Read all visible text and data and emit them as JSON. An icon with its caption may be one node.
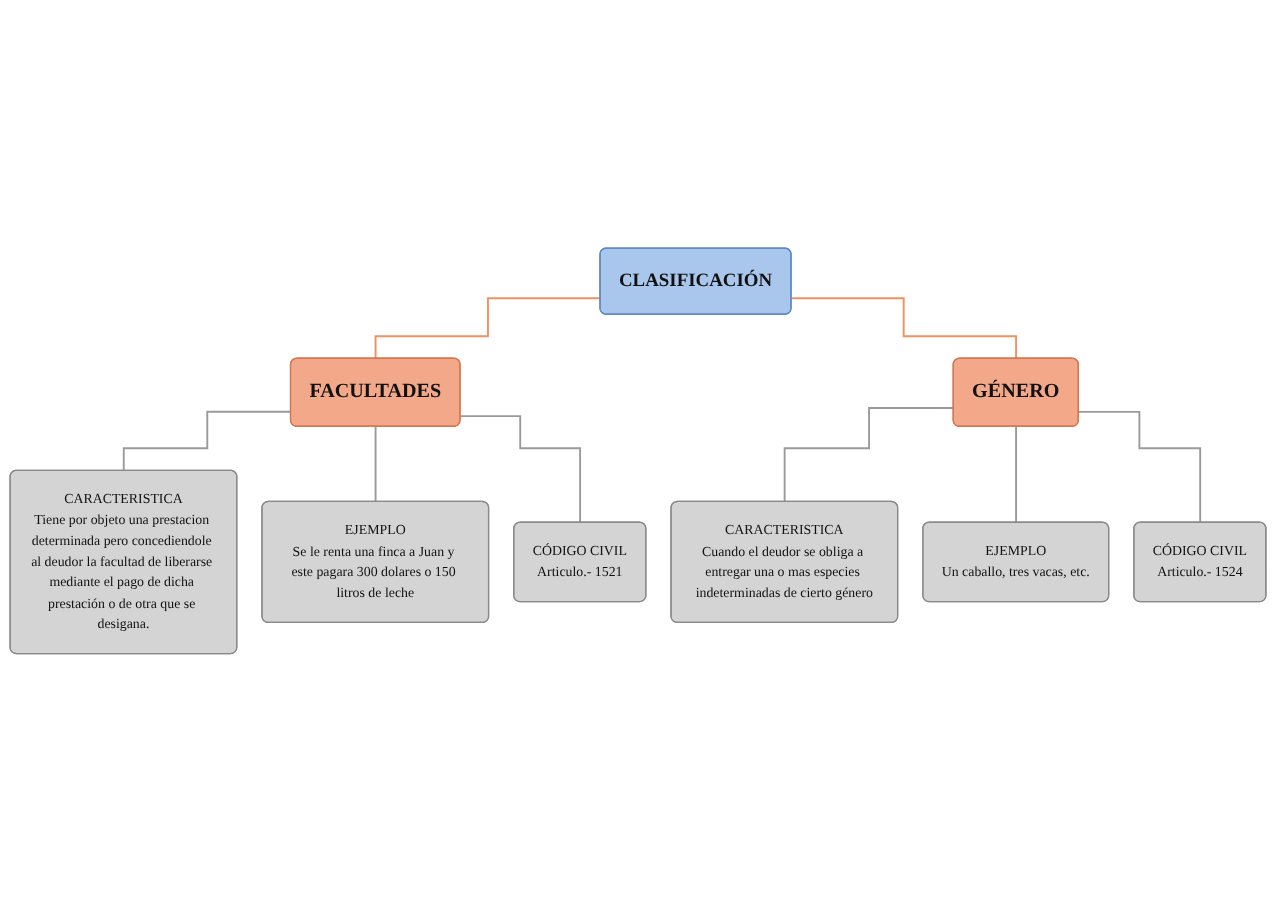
{
  "diagram": {
    "nodes": [
      {
        "text": [
          "CLASIFICACIÓN"
        ]
      },
      {
        "text": [
          "FACULTADES"
        ]
      },
      {
        "text": [
          "GÉNERO"
        ]
      },
      {
        "text": [
          "CARACTERISTICA",
          "Tiene por objeto una prestacion determinada pero concediendole al deudor la facultad de liberarse mediante el pago de dicha prestación o de otra que se desigana."
        ]
      },
      {
        "text": [
          "EJEMPLO",
          "Se le renta una finca a Juan y este pagara 300 dolares o 150 litros de leche"
        ]
      },
      {
        "text": [
          "CÓDIGO CIVIL",
          "Articulo.- 1521"
        ]
      },
      {
        "text": [
          "CARACTERISTICA",
          "Cuando el deudor se obliga a entregar una o mas especies indeterminadas de cierto género"
        ]
      },
      {
        "text": [
          "EJEMPLO",
          "Un caballo, tres vacas, etc."
        ]
      },
      {
        "text": [
          "CÓDIGO CIVIL",
          "Articulo.- 1524"
        ]
      }
    ],
    "edges": [
      {
        "from": 0,
        "to": 1,
        "arrow": "none",
        "color": "#f0915e"
      },
      {
        "from": 0,
        "to": 2,
        "arrow": "none",
        "color": "#f0915e"
      },
      {
        "from": 1,
        "to": 3,
        "arrow": "none"
      },
      {
        "from": 1,
        "to": 4,
        "arrow": "none"
      },
      {
        "from": 1,
        "to": 5,
        "arrow": "none"
      },
      {
        "from": 2,
        "to": 6,
        "arrow": "none"
      },
      {
        "from": 2,
        "to": 7,
        "arrow": "none"
      },
      {
        "from": 2,
        "to": 8,
        "arrow": "none"
      }
    ]
  }
}
